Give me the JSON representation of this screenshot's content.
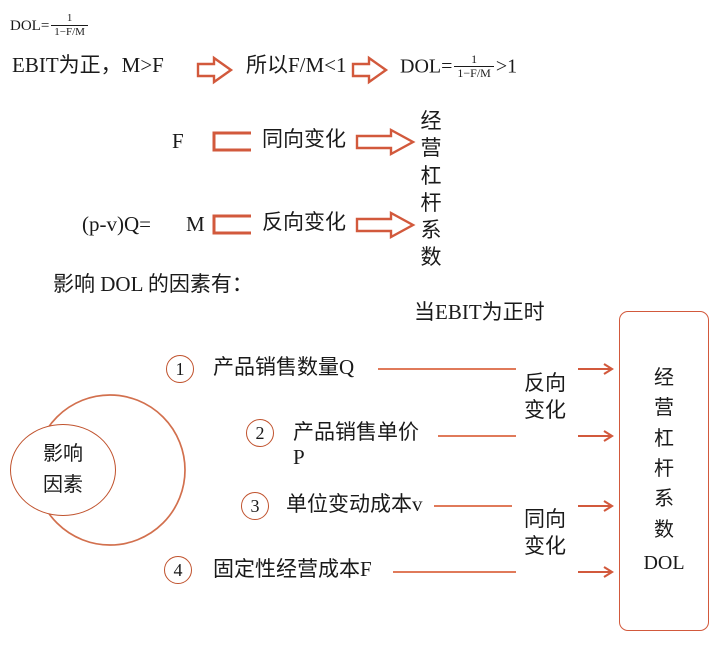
{
  "theme": {
    "accent": "#C0522D",
    "arrow": "#D2593C",
    "connector": "#E07A5A",
    "ring": "#D2704E",
    "text": "#1a1a1a",
    "background": "#ffffff"
  },
  "formula_top": {
    "lhs": "DOL=",
    "numerator": "1",
    "denominator": "1−F/M"
  },
  "reasoning_row": {
    "premise": "EBIT为正，M>F",
    "arrow1": "hollow-right-arrow-icon",
    "conclusion1": "所以F/M<1",
    "arrow2": "hollow-right-arrow-icon",
    "conclusion2_lhs": "DOL=",
    "conclusion2_numerator": "1",
    "conclusion2_denominator": "1−F/M",
    "conclusion2_rhs": ">1"
  },
  "relations": [
    {
      "variable": "F",
      "bracket": "bracket-icon",
      "change": "同向变化",
      "arrow": "hollow-right-arrow-icon"
    },
    {
      "variable_expr": "(p-v)Q=",
      "variable": "M",
      "bracket": "bracket-icon",
      "change": "反向变化",
      "arrow": "hollow-right-arrow-icon"
    }
  ],
  "relations_target": {
    "chars": [
      "经",
      "营",
      "杠",
      "杆",
      "系",
      "数"
    ]
  },
  "section_title": "影响 DOL 的因素有：",
  "condition_note": "当EBIT为正时",
  "hub": {
    "line1": "影响",
    "line2": "因素"
  },
  "factors": [
    {
      "number": "1",
      "label_line1": "产品销售数量Q",
      "label_line2": ""
    },
    {
      "number": "2",
      "label_line1": "产品销售单价",
      "label_line2": "P"
    },
    {
      "number": "3",
      "label_line1": "单位变动成本v",
      "label_line2": ""
    },
    {
      "number": "4",
      "label_line1": "固定性经营成本F",
      "label_line2": ""
    }
  ],
  "direction_labels": [
    {
      "line1": "反向",
      "line2": "变化"
    },
    {
      "line1": "同向",
      "line2": "变化"
    }
  ],
  "result_box": {
    "chars": [
      "经",
      "营",
      "杠",
      "杆",
      "系",
      "数"
    ],
    "abbr": "DOL"
  },
  "icons": {
    "hollow_arrow": "hollow-right-arrow-icon",
    "solid_arrow": "solid-right-arrow-icon",
    "bracket": "bracket-icon"
  }
}
